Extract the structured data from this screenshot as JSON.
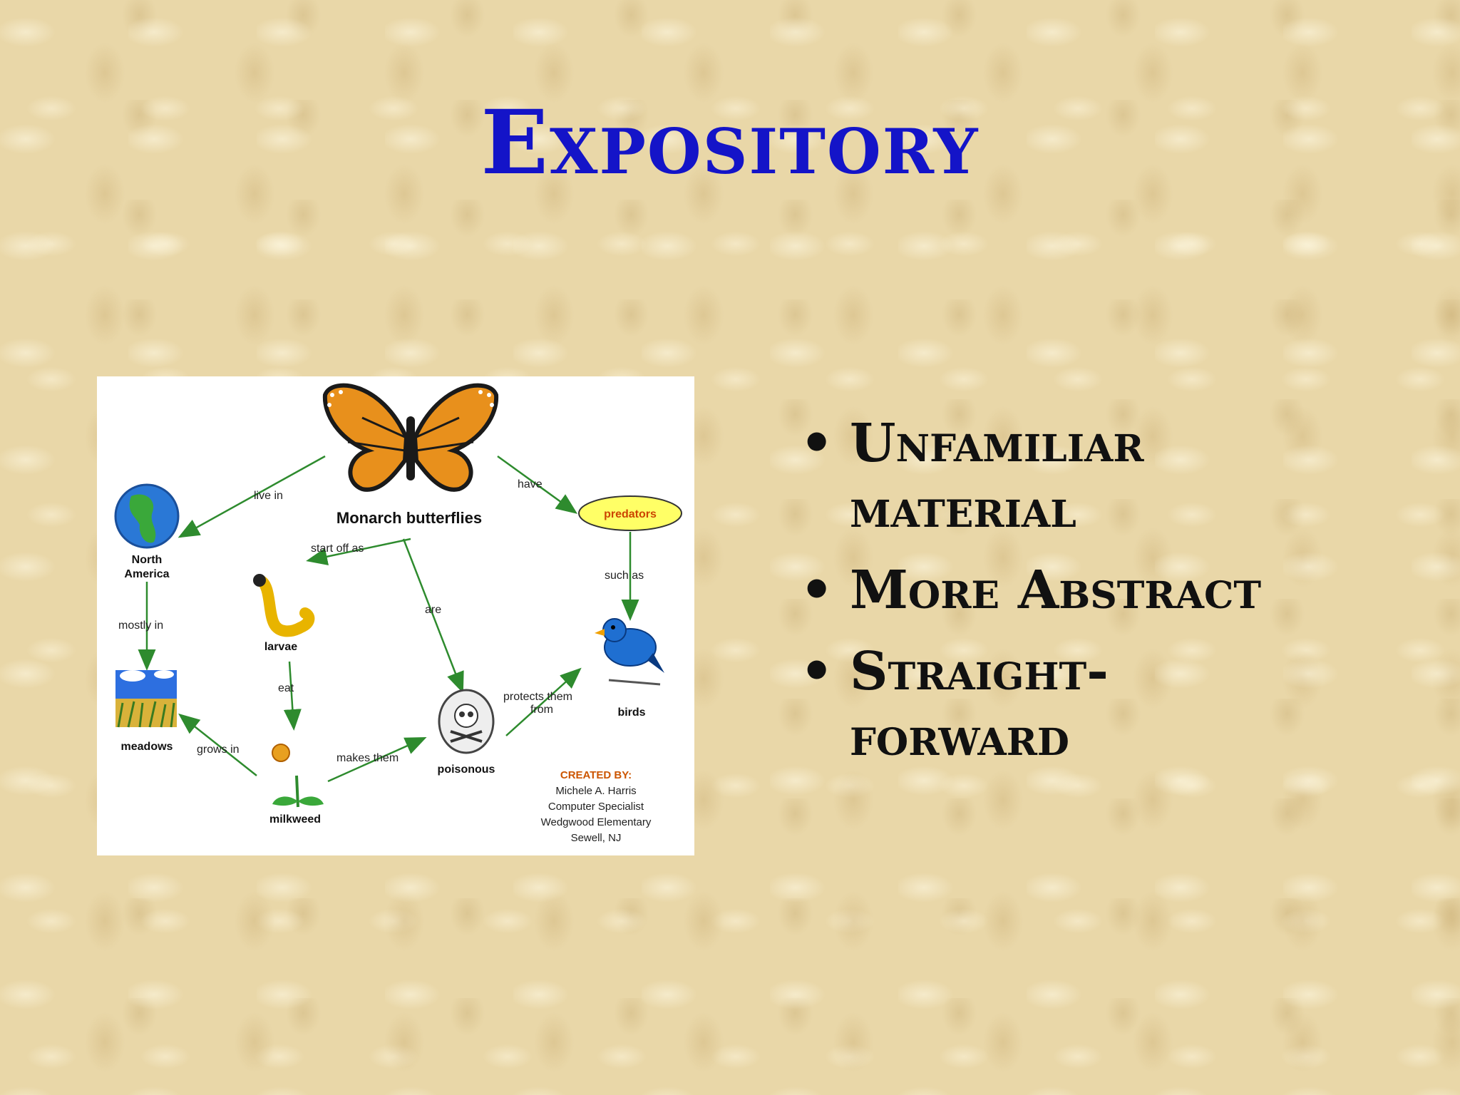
{
  "slide": {
    "title": "Expository",
    "bullets": [
      {
        "lines": [
          "Unfamiliar",
          "material"
        ]
      },
      {
        "lines": [
          "More Abstract"
        ]
      },
      {
        "lines": [
          "Straight-",
          "forward"
        ]
      }
    ],
    "bullet_symbol": "•"
  },
  "diagram": {
    "nodes": {
      "monarch": "Monarch butterflies",
      "north_america": [
        "North",
        "America"
      ],
      "larvae": "larvae",
      "predators": "predators",
      "meadows": "meadows",
      "milkweed": "milkweed",
      "poisonous": "poisonous",
      "birds": "birds"
    },
    "edges": {
      "live_in": "live in",
      "have": "have",
      "start_off_as": "start off as",
      "such_as": "such as",
      "mostly_in": "mostly in",
      "are": "are",
      "eat": "eat",
      "protects_them_from": [
        "protects them",
        "from"
      ],
      "grows_in": "grows in",
      "makes_them": "makes them"
    },
    "credit": {
      "heading": "CREATED BY:",
      "lines": [
        "Michele A. Harris",
        "Computer Specialist",
        "Wedgwood Elementary",
        "Sewell, NJ"
      ]
    },
    "colors": {
      "arrow": "#2e8b2e",
      "predator_fill": "#ffff66",
      "credit_heading": "#cc5500"
    }
  }
}
